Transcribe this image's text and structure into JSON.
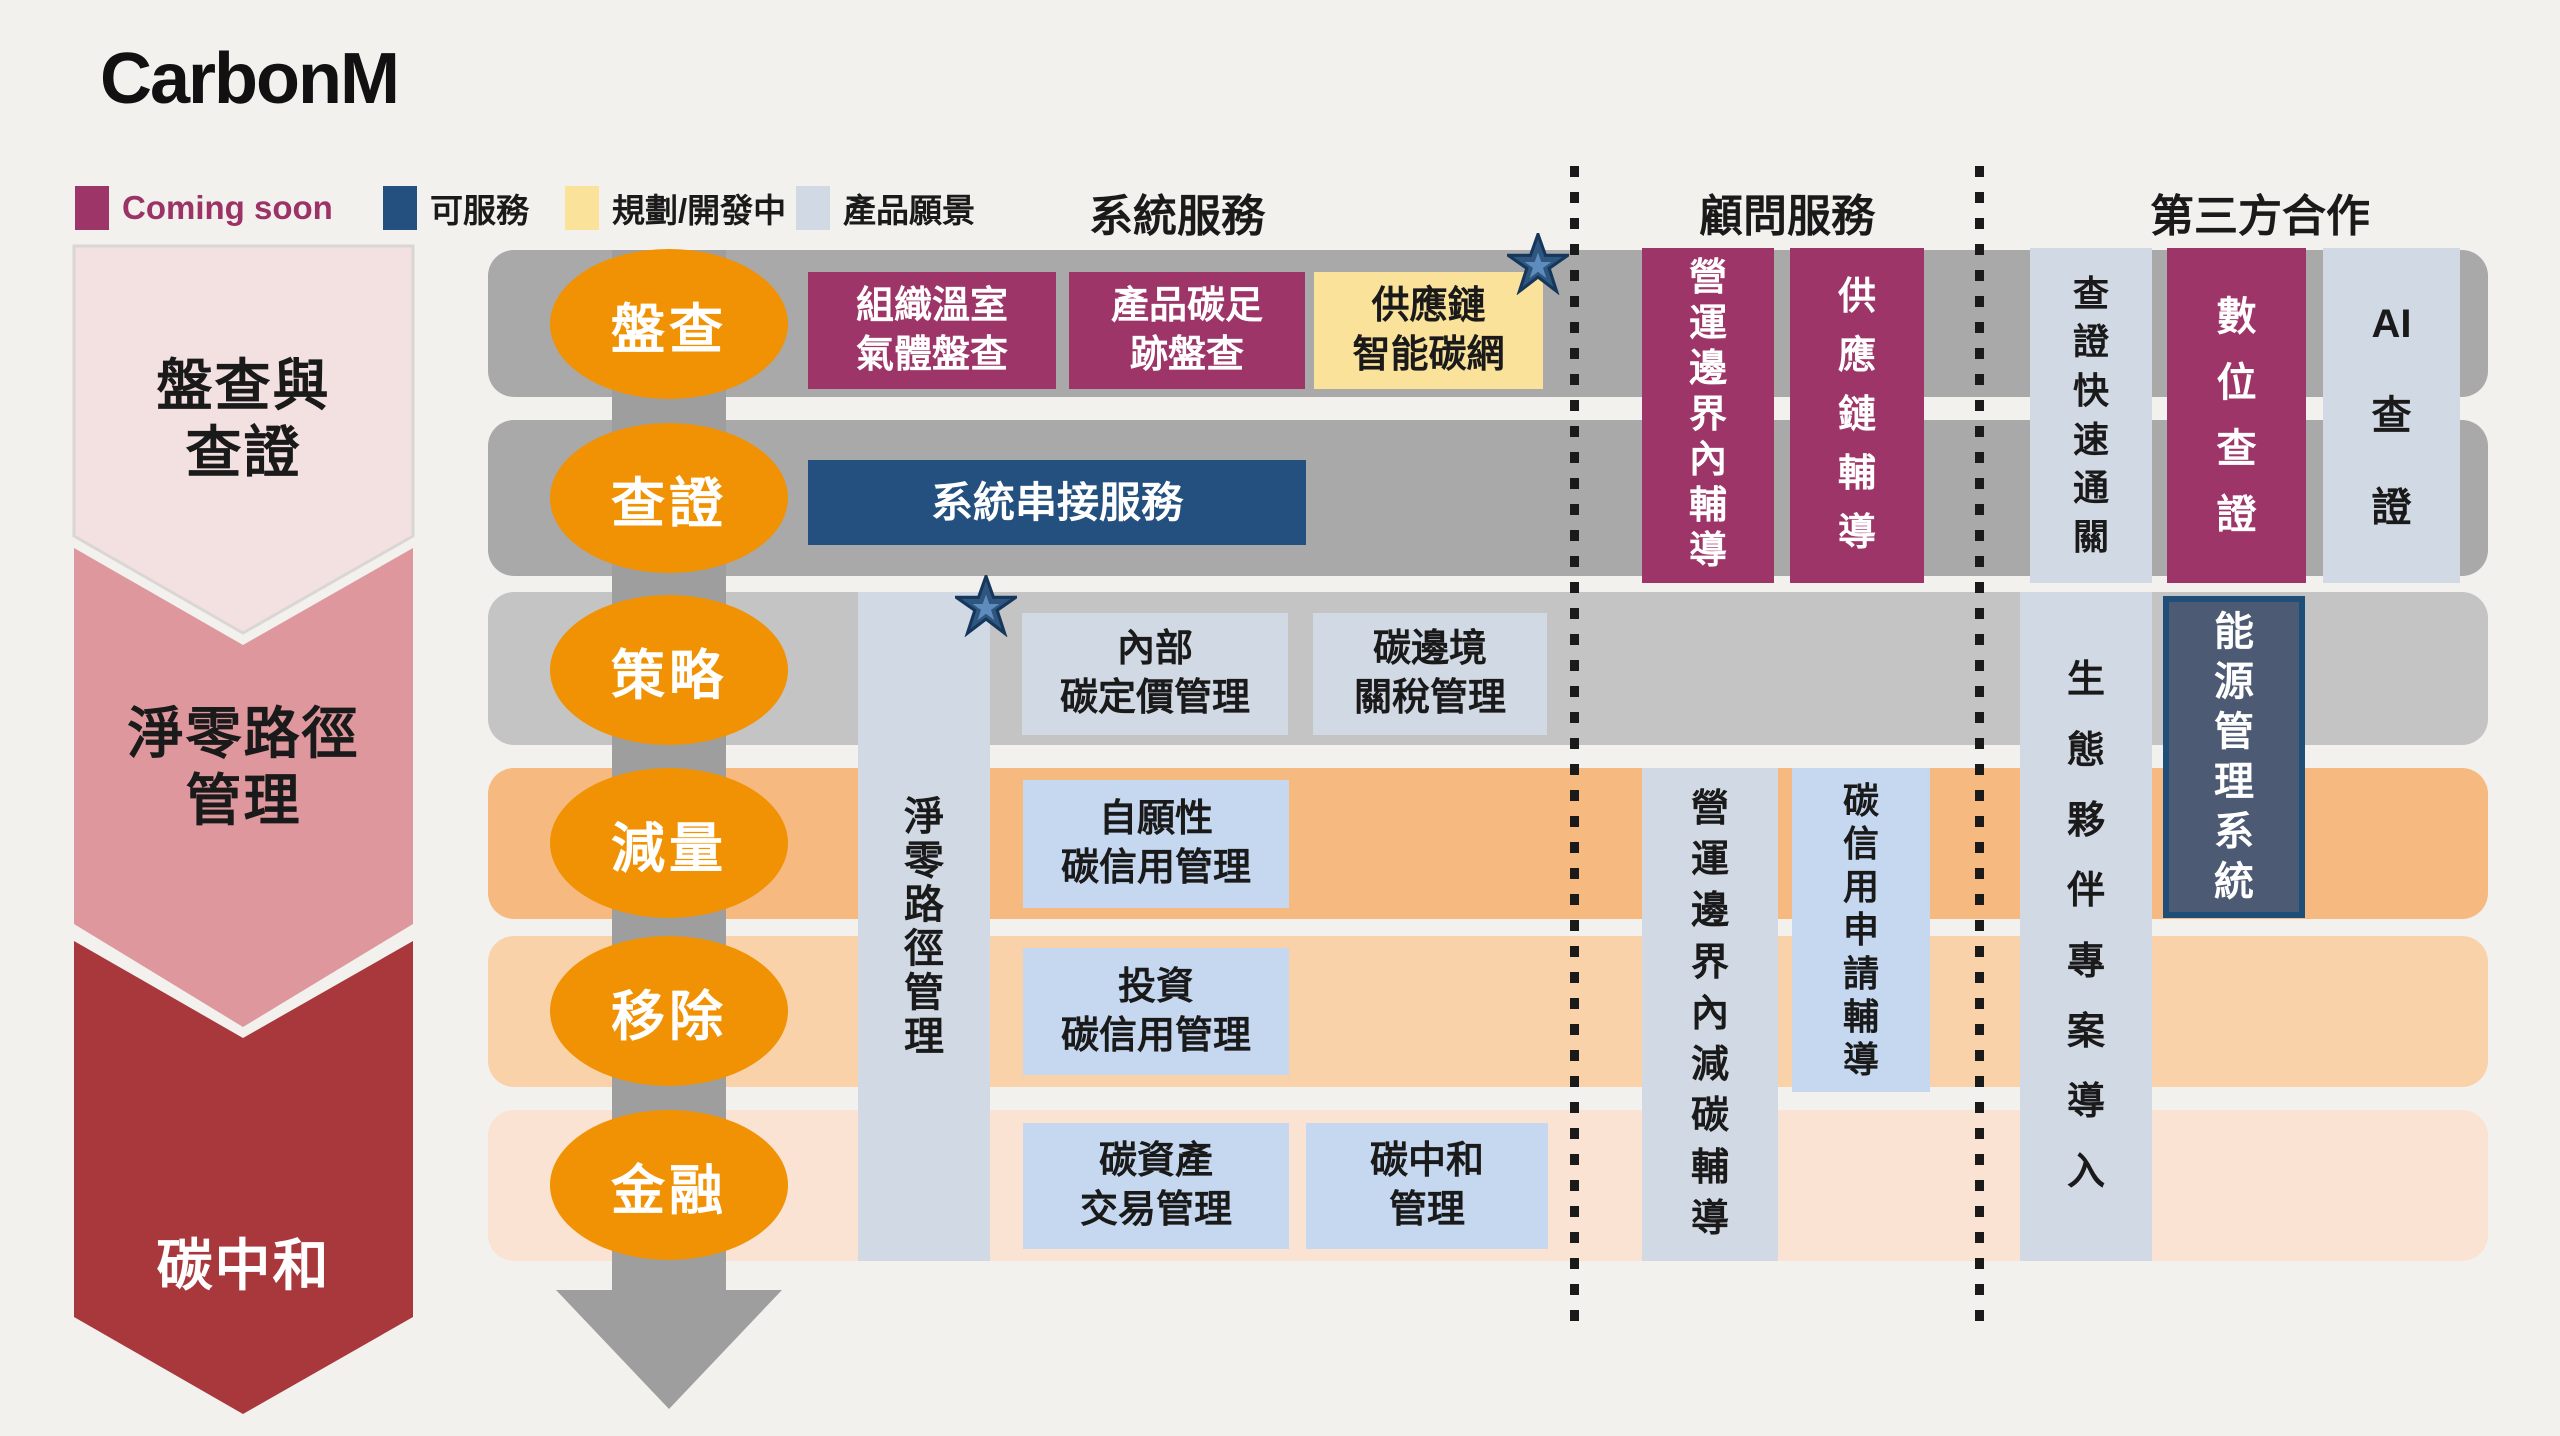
{
  "title": "CarbonM",
  "legend": [
    {
      "id": "coming-soon",
      "label": "Coming soon"
    },
    {
      "id": "available",
      "label": "可服務"
    },
    {
      "id": "in-dev",
      "label": "規劃/開發中"
    },
    {
      "id": "vision",
      "label": "產品願景"
    }
  ],
  "columns": [
    {
      "id": "system",
      "label": "系統服務"
    },
    {
      "id": "consulting",
      "label": "顧問服務"
    },
    {
      "id": "third-party",
      "label": "第三方合作"
    }
  ],
  "stages": [
    {
      "id": "inventory-and-verification",
      "lines": [
        "盤查與",
        "查證"
      ]
    },
    {
      "id": "net-zero-pathway",
      "lines": [
        "淨零路徑",
        "管理"
      ]
    },
    {
      "id": "carbon-neutrality",
      "lines": [
        "碳中和"
      ]
    }
  ],
  "steps": [
    {
      "id": "inventory",
      "label": "盤查"
    },
    {
      "id": "verification",
      "label": "查證"
    },
    {
      "id": "strategy",
      "label": "策略"
    },
    {
      "id": "reduction",
      "label": "減量"
    },
    {
      "id": "removal",
      "label": "移除"
    },
    {
      "id": "finance",
      "label": "金融"
    }
  ],
  "services": [
    {
      "id": "org-ghg-inventory",
      "column": "system",
      "status": "coming-soon",
      "lines": [
        "組織溫室",
        "氣體盤查"
      ]
    },
    {
      "id": "product-carbon-footprint",
      "column": "system",
      "status": "coming-soon",
      "lines": [
        "產品碳足",
        "跡盤查"
      ]
    },
    {
      "id": "supply-chain-smart-carbon-net",
      "column": "system",
      "status": "in-dev",
      "starred": true,
      "lines": [
        "供應鏈",
        "智能碳網"
      ]
    },
    {
      "id": "system-integration",
      "column": "system",
      "status": "available",
      "lines": [
        "系統串接服務"
      ]
    },
    {
      "id": "net-zero-pathway-mgmt",
      "column": "system",
      "status": "vision",
      "starred": true,
      "vertical": true,
      "lines": [
        "淨",
        "零",
        "路",
        "徑",
        "管",
        "理"
      ]
    },
    {
      "id": "internal-carbon-pricing",
      "column": "system",
      "status": "vision",
      "lines": [
        "內部",
        "碳定價管理"
      ]
    },
    {
      "id": "carbon-border-tariff-mgmt",
      "column": "system",
      "status": "vision",
      "lines": [
        "碳邊境",
        "關稅管理"
      ]
    },
    {
      "id": "voluntary-carbon-credit-mgmt",
      "column": "system",
      "status": "vision-blue",
      "lines": [
        "自願性",
        "碳信用管理"
      ]
    },
    {
      "id": "investment-carbon-credit-mgmt",
      "column": "system",
      "status": "vision-blue",
      "lines": [
        "投資",
        "碳信用管理"
      ]
    },
    {
      "id": "carbon-asset-trading-mgmt",
      "column": "system",
      "status": "vision-blue",
      "lines": [
        "碳資產",
        "交易管理"
      ]
    },
    {
      "id": "carbon-neutrality-mgmt",
      "column": "system",
      "status": "vision-blue",
      "lines": [
        "碳中和",
        "管理"
      ]
    },
    {
      "id": "operational-boundary-coaching",
      "column": "consulting",
      "status": "coming-soon",
      "vertical": true,
      "lines": [
        "營",
        "運",
        "邊",
        "界",
        "內",
        "輔",
        "導"
      ]
    },
    {
      "id": "supply-chain-coaching",
      "column": "consulting",
      "status": "coming-soon",
      "vertical": true,
      "lines": [
        "供",
        "應",
        "鏈",
        "輔",
        "導"
      ]
    },
    {
      "id": "operational-boundary-reduction-coaching",
      "column": "consulting",
      "status": "vision",
      "vertical": true,
      "lines": [
        "營",
        "運",
        "邊",
        "界",
        "內",
        "減",
        "碳",
        "輔",
        "導"
      ]
    },
    {
      "id": "carbon-credit-application-coaching",
      "column": "consulting",
      "status": "vision-blue",
      "vertical": true,
      "lines": [
        "碳",
        "信",
        "用",
        "申",
        "請",
        "輔",
        "導"
      ]
    },
    {
      "id": "verification-fast-track",
      "column": "third-party",
      "status": "vision",
      "vertical": true,
      "lines": [
        "查",
        "證",
        "快",
        "速",
        "通",
        "關"
      ]
    },
    {
      "id": "digital-verification",
      "column": "third-party",
      "status": "coming-soon",
      "vertical": true,
      "lines": [
        "數",
        "位",
        "查",
        "證"
      ]
    },
    {
      "id": "ai-verification",
      "column": "third-party",
      "status": "vision",
      "vertical": true,
      "lines": [
        "AI",
        "查",
        "證"
      ]
    },
    {
      "id": "eco-partner-project-onboarding",
      "column": "third-party",
      "status": "vision",
      "vertical": true,
      "lines": [
        "生",
        "態",
        "夥",
        "伴",
        "專",
        "案",
        "導",
        "入"
      ]
    },
    {
      "id": "energy-mgmt-system",
      "column": "third-party",
      "status": "energy",
      "vertical": true,
      "lines": [
        "能",
        "源",
        "管",
        "理",
        "系",
        "統"
      ]
    }
  ],
  "colors": {
    "background": "#F3F1EE",
    "text": "#1A1A1A",
    "status": {
      "coming-soon": {
        "fill": "#9E3568",
        "text": "#FFFFFF"
      },
      "available": {
        "fill": "#24507F",
        "text": "#FFFFFF"
      },
      "in-dev": {
        "fill": "#FAE29B",
        "text": "#1A1A1A"
      },
      "vision": {
        "fill": "#D1D9E4",
        "text": "#1A1A1A"
      },
      "vision-blue": {
        "fill": "#C5D8F0",
        "text": "#1A1A1A"
      },
      "energy": {
        "fill": "#4D5A73",
        "text": "#FFFFFF",
        "border": "#1F4E79"
      }
    },
    "bands": {
      "gray-dark": "#A9A9A9",
      "gray-light": "#C4C4C4",
      "orange-strong": "#F6BA80",
      "orange-mid": "#FAD2A9",
      "orange-pale": "#FAE3D3"
    },
    "stages_fill": [
      "#F3E1E1",
      "#DE979D",
      "#A8383C"
    ],
    "stages_text": [
      "#1A1A1A",
      "#1A1A1A",
      "#FFFFFF"
    ],
    "stage1_border": "#DAD6D4",
    "oval": "#F09203",
    "oval_text": "#FFFFFF",
    "arrow": "#9E9E9E",
    "separator": "#1A1A1A",
    "star_fill": "#2E567F",
    "star_stroke": "#16375C",
    "star_inner": "#5E8CBC",
    "legend_coming_soon_text": "#9B3366"
  }
}
